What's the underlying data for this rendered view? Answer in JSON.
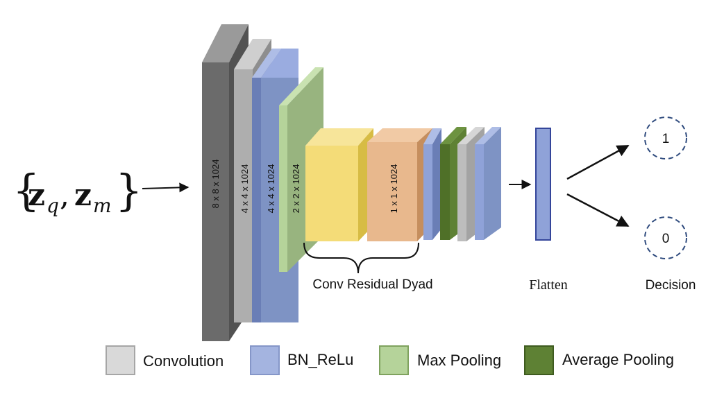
{
  "input": {
    "open_brace": "{",
    "z": "z",
    "sub_q": "q",
    "comma": ",",
    "sub_m": "m",
    "close_brace": "}"
  },
  "layers": {
    "conv1_label": "8 x 8  x 1024",
    "conv2_label": "4 x 4  x 1024",
    "bn1_label": "4 x 4  x 1024",
    "pool1_label": "2 x 2  x 1024",
    "dyad2_label": "1 x 1 x 1024"
  },
  "brace_label": "Conv Residual Dyad",
  "flatten_label": "Flatten",
  "decision": {
    "label": "Decision",
    "out_top": "1",
    "out_bottom": "0"
  },
  "legend": [
    {
      "label": "Convolution",
      "color": "#d9d9d9",
      "border": "#a6a6a6"
    },
    {
      "label": "BN_ReLu",
      "color": "#a4b4e0",
      "border": "#8596c8"
    },
    {
      "label": "Max Pooling",
      "color": "#b5d39a",
      "border": "#7fa25e"
    },
    {
      "label": "Average Pooling",
      "color": "#5e8134",
      "border": "#3e5b1f"
    }
  ],
  "colors": {
    "conv_dark": "#6b6b6b",
    "conv_light": "#aeaeae",
    "bn": "#7e93c4",
    "max_pool": "#98b47f",
    "avg_pool": "#5e8134",
    "dyad1": "#f4dc78",
    "dyad2": "#e8b88d",
    "flatten": "#8fa2d8",
    "flatten_border": "#34459a",
    "circle_dash": "#2e4a7d"
  }
}
